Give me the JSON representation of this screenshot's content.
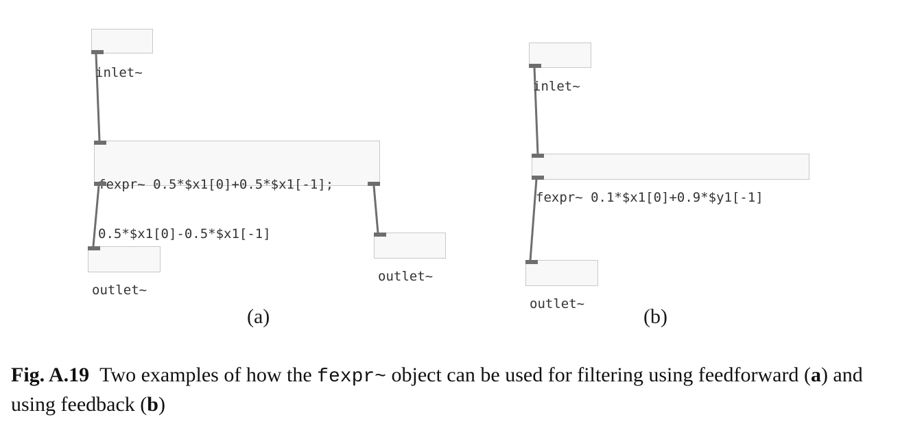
{
  "panel_a": {
    "inlet": "inlet~",
    "fexpr_line1": "fexpr~ 0.5*$x1[0]+0.5*$x1[-1];",
    "fexpr_line2": "0.5*$x1[0]-0.5*$x1[-1]",
    "outlet_left": "outlet~",
    "outlet_right": "outlet~",
    "label": "(a)"
  },
  "panel_b": {
    "inlet": "inlet~",
    "fexpr": "fexpr~ 0.1*$x1[0]+0.9*$y1[-1]",
    "outlet": "outlet~",
    "label": "(b)"
  },
  "caption": {
    "fig_label": "Fig. A.19",
    "text_before": "Two examples of how the ",
    "object_name": "fexpr~",
    "text_middle": " object can be used for filtering using feedforward ",
    "paren_open_a": "(",
    "a": "a",
    "text_after_a": ") and using feedback (",
    "b": "b",
    "paren_close": ")"
  },
  "colors": {
    "wire": "#6e6e6e",
    "box_border": "#c8c8c8",
    "box_fill": "#f8f8f8"
  }
}
